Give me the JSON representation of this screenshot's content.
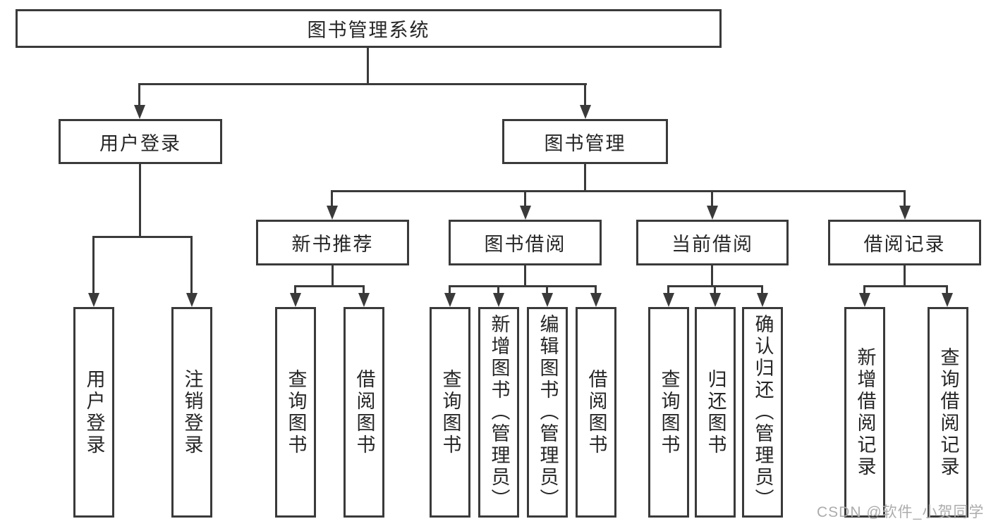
{
  "tree": {
    "root": {
      "label": "图书管理系统",
      "children": [
        {
          "label": "用户登录",
          "children": [
            {
              "label": "用户登录"
            },
            {
              "label": "注销登录"
            }
          ]
        },
        {
          "label": "图书管理",
          "children": [
            {
              "label": "新书推荐",
              "children": [
                {
                  "label": "查询图书"
                },
                {
                  "label": "借阅图书"
                }
              ]
            },
            {
              "label": "图书借阅",
              "children": [
                {
                  "label": "查询图书"
                },
                {
                  "label": "新增图书（管理员）"
                },
                {
                  "label": "编辑图书（管理员）"
                },
                {
                  "label": "借阅图书"
                }
              ]
            },
            {
              "label": "当前借阅",
              "children": [
                {
                  "label": "查询图书"
                },
                {
                  "label": "归还图书"
                },
                {
                  "label": "确认归还（管理员）"
                }
              ]
            },
            {
              "label": "借阅记录",
              "children": [
                {
                  "label": "新增借阅记录"
                },
                {
                  "label": "查询借阅记录"
                }
              ]
            }
          ]
        }
      ]
    }
  },
  "watermark": {
    "text": "CSDN @软件_小贺同学"
  },
  "colors": {
    "line": "#3a3a3a",
    "text": "#262626",
    "background": "#ffffff",
    "watermark": "#acacac"
  }
}
